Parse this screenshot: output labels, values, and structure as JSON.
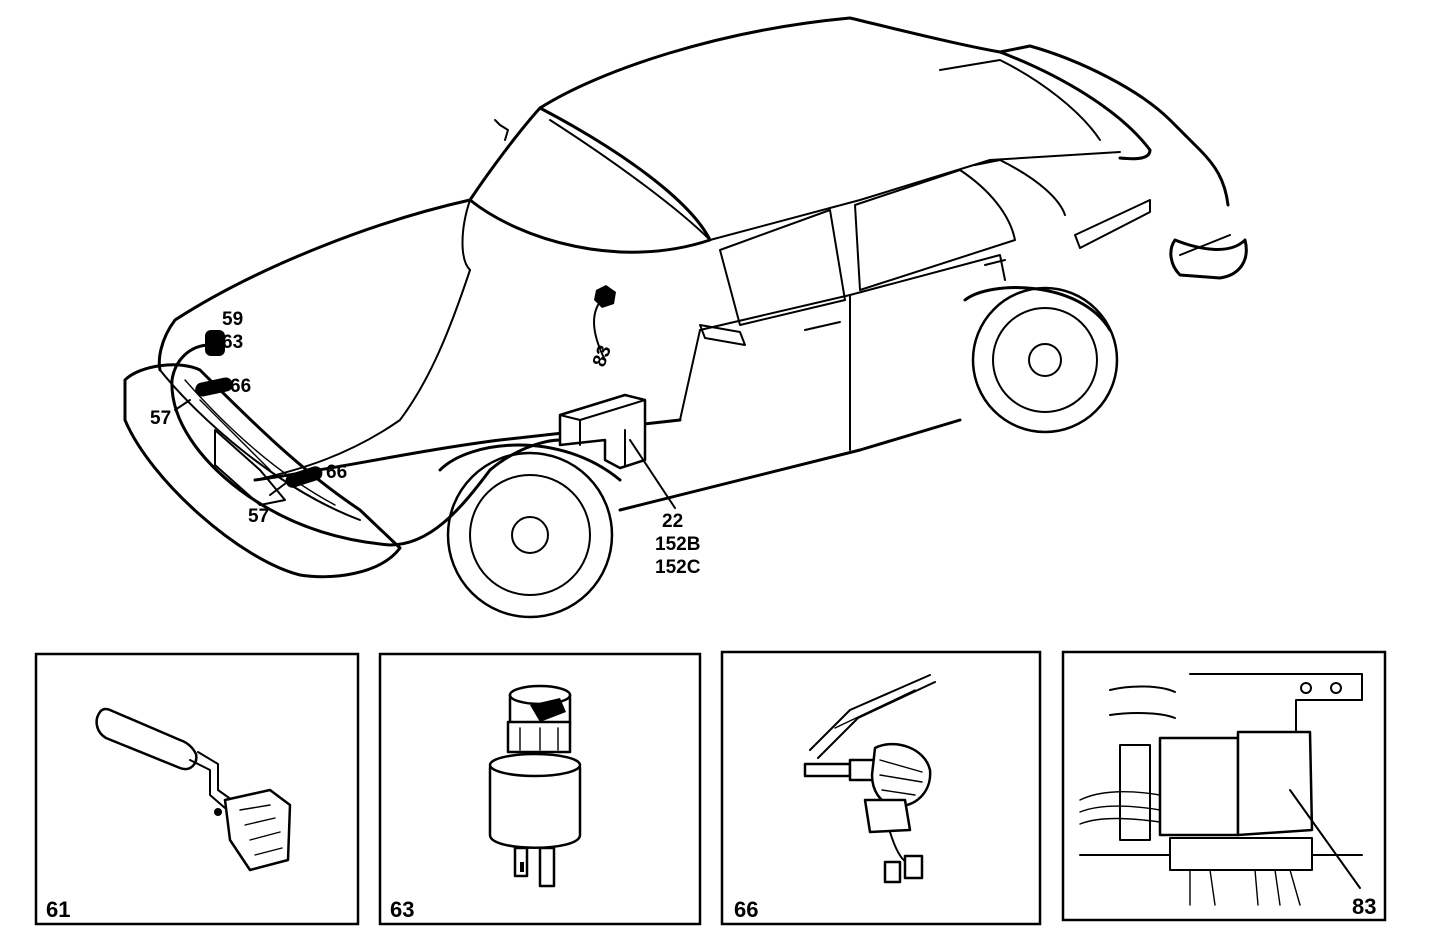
{
  "callouts": {
    "c59": "59",
    "c63": "63",
    "c66a": "66",
    "c57a": "57",
    "c66b": "66",
    "c57b": "57",
    "c83": "83",
    "c22": "22",
    "c152b": "152B",
    "c152c": "152C"
  },
  "panels": [
    {
      "number": "61",
      "icon": "stalk-switch-icon"
    },
    {
      "number": "63",
      "icon": "relay-icon"
    },
    {
      "number": "66",
      "icon": "washer-pump-icon"
    },
    {
      "number": "83",
      "icon": "control-unit-icon"
    }
  ]
}
